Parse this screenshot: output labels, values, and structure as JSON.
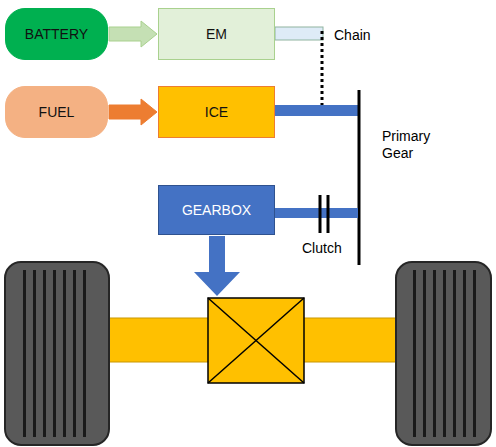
{
  "diagram": {
    "nodes": [
      {
        "text": [
          "BATTERY"
        ]
      },
      {
        "text": [
          "EM"
        ]
      },
      {
        "text": [
          "FUEL"
        ]
      },
      {
        "text": [
          "ICE"
        ]
      },
      {
        "text": [
          "GEARBOX"
        ]
      }
    ],
    "edges": [
      {
        "from": 0,
        "to": 1,
        "arrow": "to"
      },
      {
        "from": 2,
        "to": 3,
        "arrow": "to"
      }
    ],
    "labels": [
      "Chain",
      "Primary Gear",
      "Clutch"
    ]
  }
}
